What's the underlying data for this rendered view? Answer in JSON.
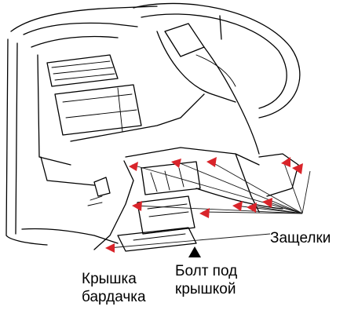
{
  "labels": {
    "latches": "Защелки",
    "glovebox_cover": [
      "Крышка",
      "бардачка"
    ],
    "bolt_under_cover": [
      "Болт под",
      "крышкой"
    ]
  },
  "colors": {
    "marker_arrow": "#d9242a",
    "bolt_arrow": "#000000",
    "line_art": "#000000",
    "background": "#ffffff"
  },
  "icons": {
    "latch_marker": "red-triangle-arrow",
    "bolt_marker": "black-triangle-arrow"
  }
}
